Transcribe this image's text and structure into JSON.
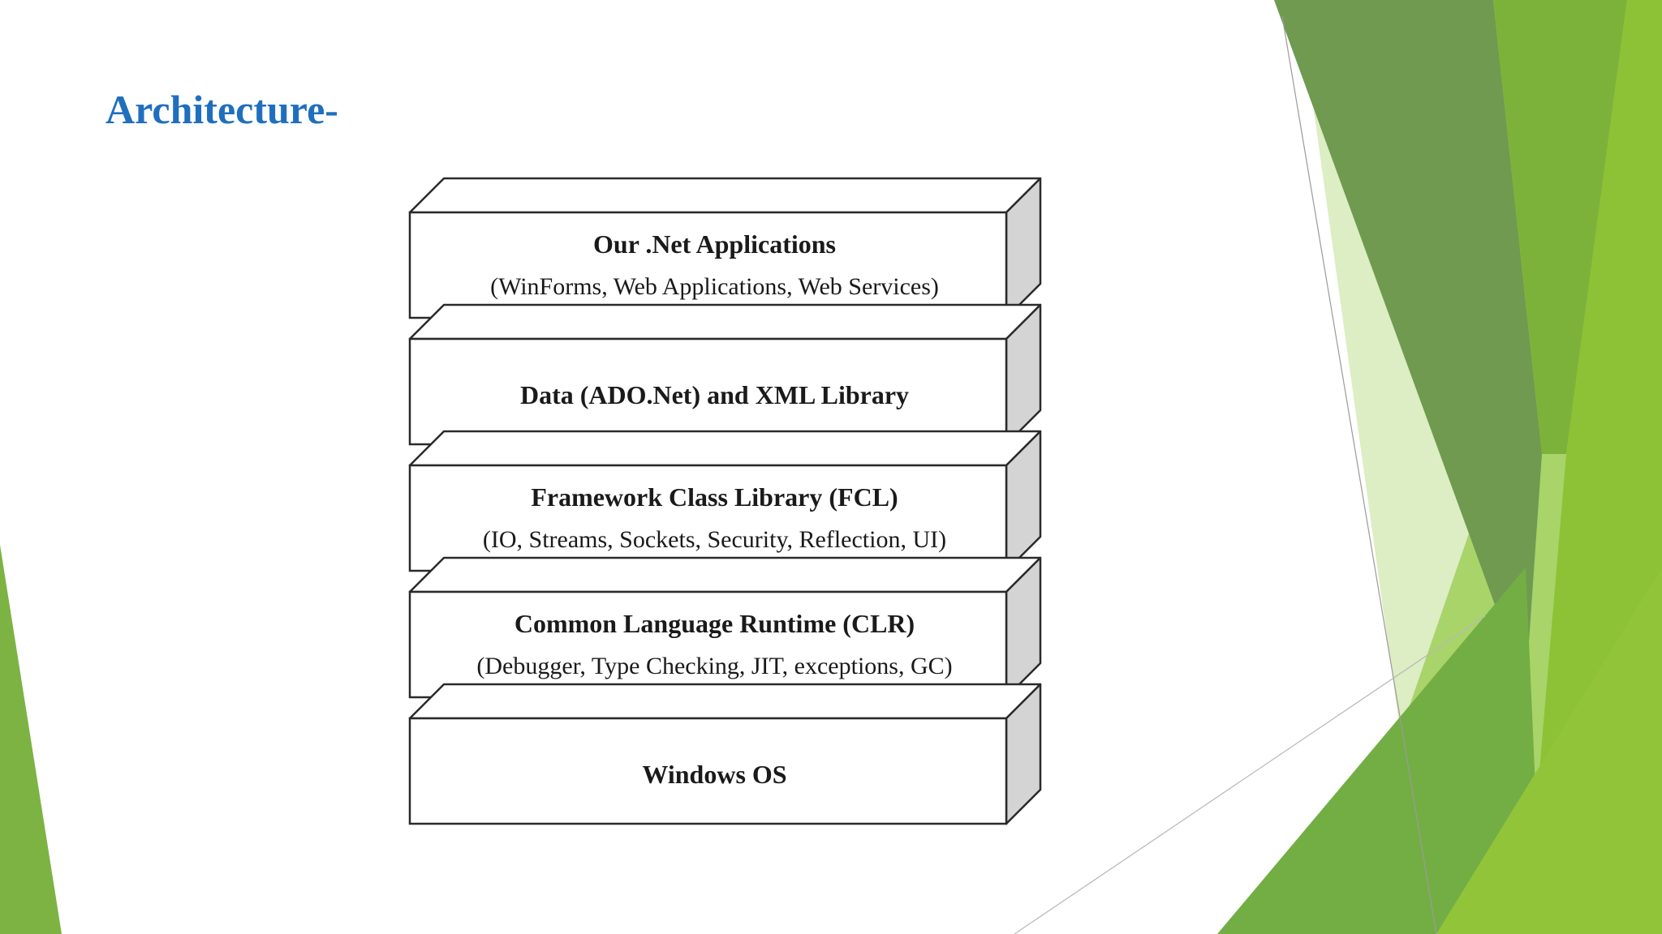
{
  "slide": {
    "title": "Architecture-"
  },
  "diagram": {
    "layers": [
      {
        "title": "Our .Net Applications",
        "subtitle": "(WinForms, Web Applications, Web Services)"
      },
      {
        "title": "Data (ADO.Net) and XML Library",
        "subtitle": ""
      },
      {
        "title": "Framework Class Library (FCL)",
        "subtitle": "(IO, Streams, Sockets, Security, Reflection, UI)"
      },
      {
        "title": "Common Language Runtime (CLR)",
        "subtitle": "(Debugger, Type Checking, JIT, exceptions, GC)"
      },
      {
        "title": "Windows OS",
        "subtitle": ""
      }
    ]
  },
  "colors": {
    "title": "#1F6FBE",
    "green_dark": "#6E9B4E",
    "green_mid": "#7CB342",
    "green_light": "#9CCB3B",
    "green_pale": "#C9E3A4",
    "box_face": "#FFFFFF",
    "box_side": "#D4D4D4",
    "box_stroke": "#2A2A2A"
  }
}
